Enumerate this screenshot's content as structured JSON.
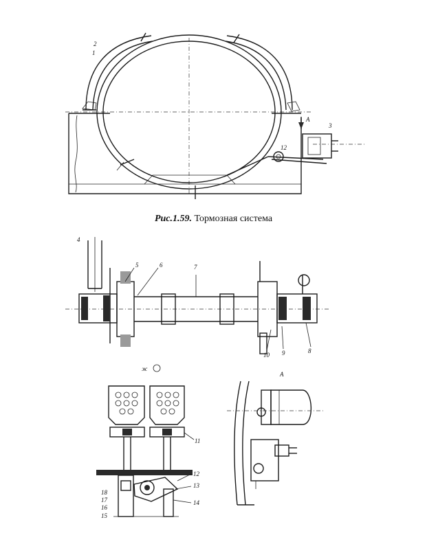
{
  "caption": {
    "label": "Рис.1.59.",
    "text": "Тормозная система"
  },
  "view_label": "A",
  "callouts": {
    "c1": "1",
    "c2": "2",
    "c3": "3",
    "c4": "4",
    "c5": "5",
    "c6": "6",
    "c7": "7",
    "c8": "8",
    "c9": "9",
    "c10": "10",
    "c11": "11",
    "c12": "12",
    "c13": "13",
    "c14": "14",
    "c15": "15",
    "c16": "16",
    "c17": "17",
    "c18": "18",
    "c12b": "12",
    "cA1": "A",
    "cX": "ж"
  }
}
